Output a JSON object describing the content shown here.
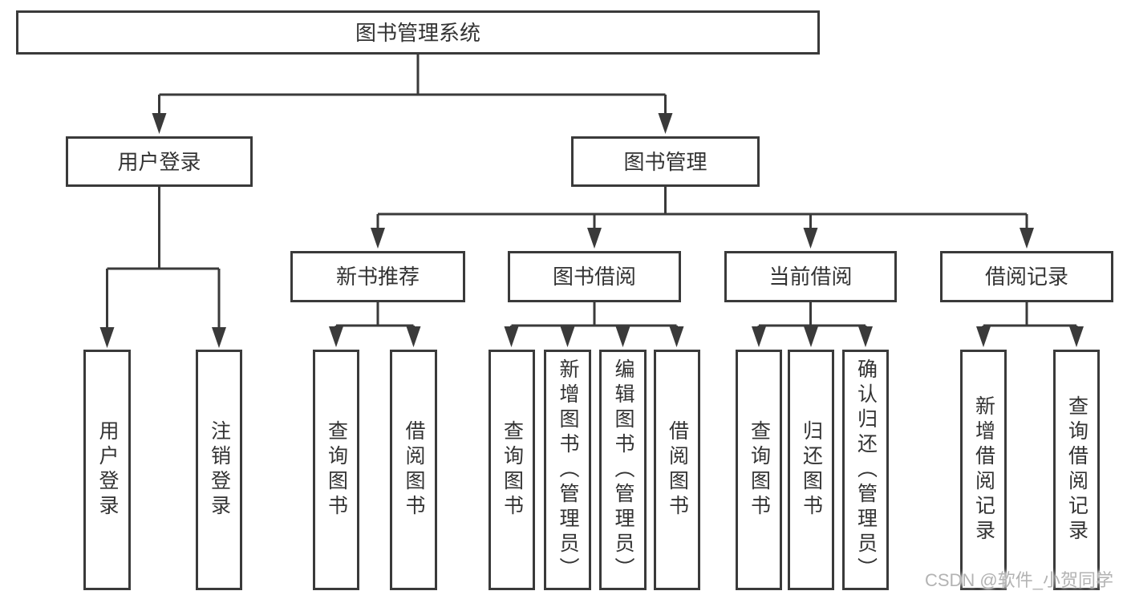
{
  "diagram": {
    "root": "图书管理系统",
    "level2": [
      "用户登录",
      "图书管理"
    ],
    "level3": [
      "新书推荐",
      "图书借阅",
      "当前借阅",
      "借阅记录"
    ],
    "leaves": {
      "login": [
        "用户登录",
        "注销登录"
      ],
      "new_books": [
        "查询图书",
        "借阅图书"
      ],
      "book_borrow": [
        "查询图书",
        "新增图书（管理员）",
        "编辑图书（管理员）",
        "借阅图书"
      ],
      "current_borrow": [
        "查询图书",
        "归还图书",
        "确认归还（管理员）"
      ],
      "borrow_records": [
        "新增借阅记录",
        "查询借阅记录"
      ]
    },
    "watermark": "CSDN @软件_小贺同学",
    "colors": {
      "line": "#3a3a3a",
      "text": "#333333",
      "background": "#ffffff",
      "watermark": "#b3b3b3"
    }
  }
}
